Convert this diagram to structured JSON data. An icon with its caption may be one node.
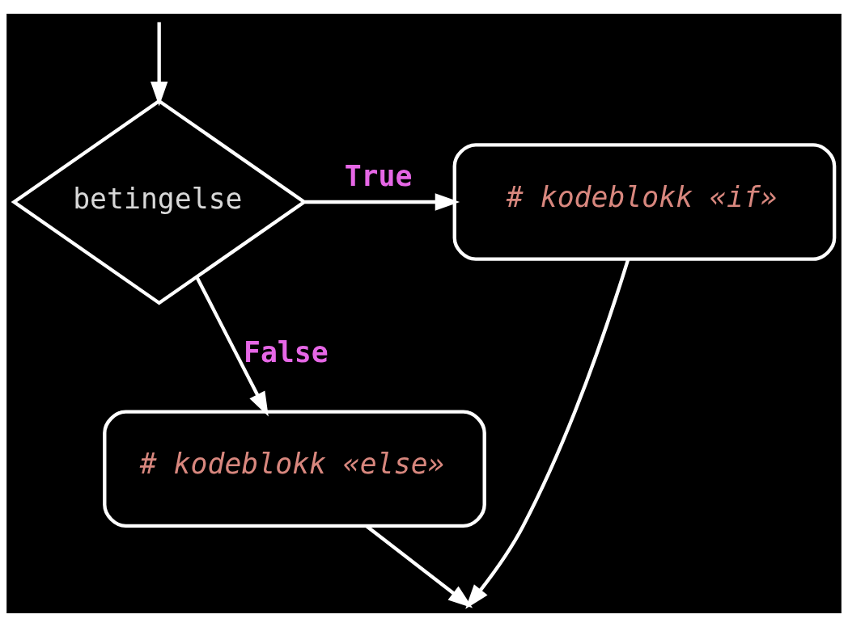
{
  "diagram": {
    "nodes": [
      {
        "text": [
          "betingelse"
        ]
      },
      {
        "text": [
          "# kodeblokk «if»"
        ]
      },
      {
        "text": [
          "# kodeblokk «else»"
        ]
      }
    ],
    "edges": [
      {
        "from": null,
        "to": 0,
        "arrow": "to"
      },
      {
        "from": 0,
        "to": 1,
        "arrow": "to",
        "label": "True"
      },
      {
        "from": 0,
        "to": 2,
        "arrow": "to",
        "label": "False"
      },
      {
        "from": 1,
        "to": null,
        "arrow": "to"
      },
      {
        "from": 2,
        "to": null,
        "arrow": "to"
      }
    ]
  }
}
